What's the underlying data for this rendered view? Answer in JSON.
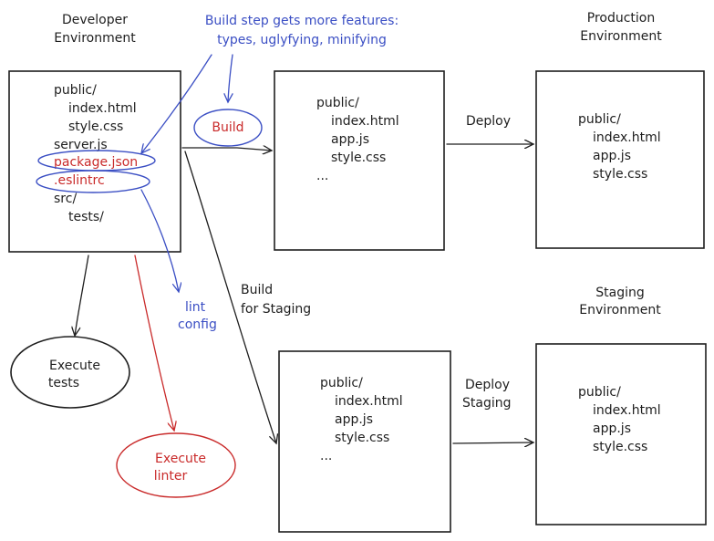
{
  "headings": {
    "dev": [
      "Developer",
      "Environment"
    ],
    "prod": [
      "Production",
      "Environment"
    ],
    "staging": [
      "Staging",
      "Environment"
    ]
  },
  "note": {
    "line1": "Build step gets more features:",
    "line2": "types, uglyfying, minifying"
  },
  "dev_files": {
    "public": "public/",
    "index": "index.html",
    "style": "style.css",
    "server": "server.js",
    "package": "package.json",
    "eslintrc": ".eslintrc",
    "src": "src/",
    "tests": "tests/"
  },
  "build_box": {
    "public": "public/",
    "index": "index.html",
    "app": "app.js",
    "style": "style.css",
    "more": "..."
  },
  "prod_box": {
    "public": "public/",
    "index": "index.html",
    "app": "app.js",
    "style": "style.css"
  },
  "staging_build_box": {
    "public": "public/",
    "index": "index.html",
    "app": "app.js",
    "style": "style.css",
    "more": "..."
  },
  "staging_env_box": {
    "public": "public/",
    "index": "index.html",
    "app": "app.js",
    "style": "style.css"
  },
  "labels": {
    "build": "Build",
    "deploy": "Deploy",
    "build_staging": [
      "Build",
      "for Staging"
    ],
    "deploy_staging": [
      "Deploy",
      "Staging"
    ],
    "lint_config": [
      "lint",
      "config"
    ],
    "execute_tests": [
      "Execute",
      "tests"
    ],
    "execute_linter": [
      "Execute",
      "linter"
    ]
  },
  "colors": {
    "ink": "#1e1e1e",
    "blue": "#3b4fc4",
    "red": "#c92a2a"
  }
}
